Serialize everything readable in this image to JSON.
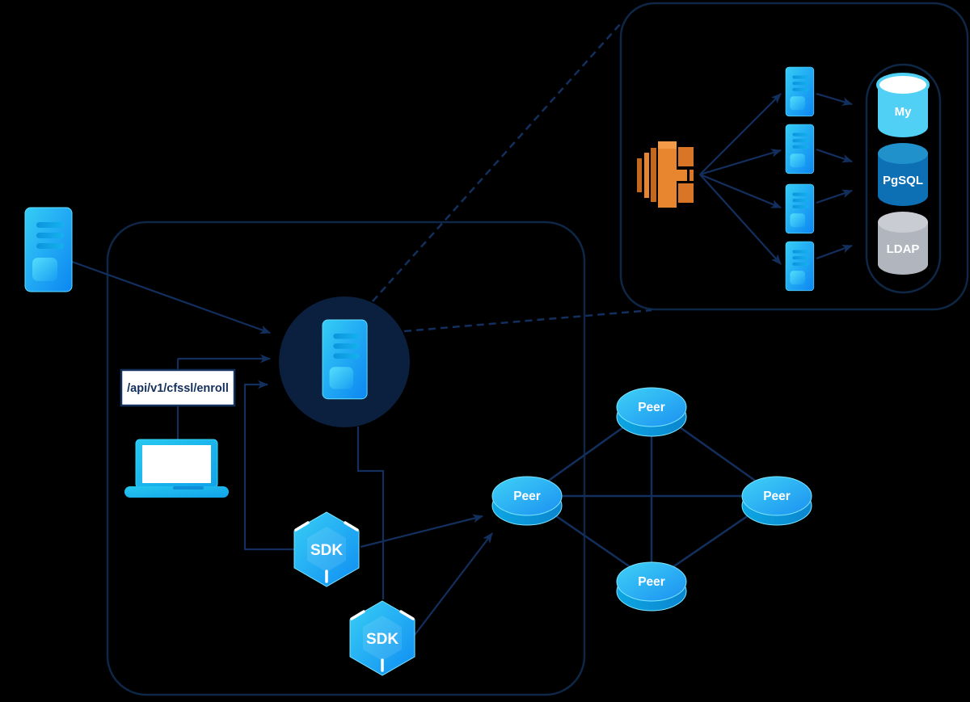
{
  "diagram": {
    "api_endpoint": {
      "label": "/api/v1/cfssl/enroll"
    },
    "root_server": {
      "icon": "server-icon"
    },
    "ca_server": {
      "icon": "server-icon"
    },
    "client": {
      "icon": "laptop-icon"
    },
    "sdks": [
      {
        "label": "SDK"
      },
      {
        "label": "SDK"
      }
    ],
    "peers": [
      {
        "label": "Peer"
      },
      {
        "label": "Peer"
      },
      {
        "label": "Peer"
      },
      {
        "label": "Peer"
      }
    ],
    "cluster": {
      "load_balancer": {
        "icon": "load-balancer-icon"
      },
      "replicas": [
        {
          "icon": "server-icon"
        },
        {
          "icon": "server-icon"
        },
        {
          "icon": "server-icon"
        },
        {
          "icon": "server-icon"
        }
      ],
      "databases": [
        {
          "label": "My",
          "body_color": "#4fd0f4",
          "top_color": "#ffffff"
        },
        {
          "label": "PgSQL",
          "body_color": "#0d6fb4",
          "top_color": "#2191cb"
        },
        {
          "label": "LDAP",
          "body_color": "#b1b5bd",
          "top_color": "#c9ccd2"
        }
      ]
    },
    "colors": {
      "background": "#000000",
      "connector_navy": "#132f5e",
      "container_border": "#0e2747",
      "circle_fill": "#0b1f3e",
      "node_cyan": "#35cdf5",
      "node_blue": "#0d86f2",
      "load_balancer_orange": "#e8862f",
      "label_text": "#ffffff",
      "api_text": "#13305c"
    }
  }
}
